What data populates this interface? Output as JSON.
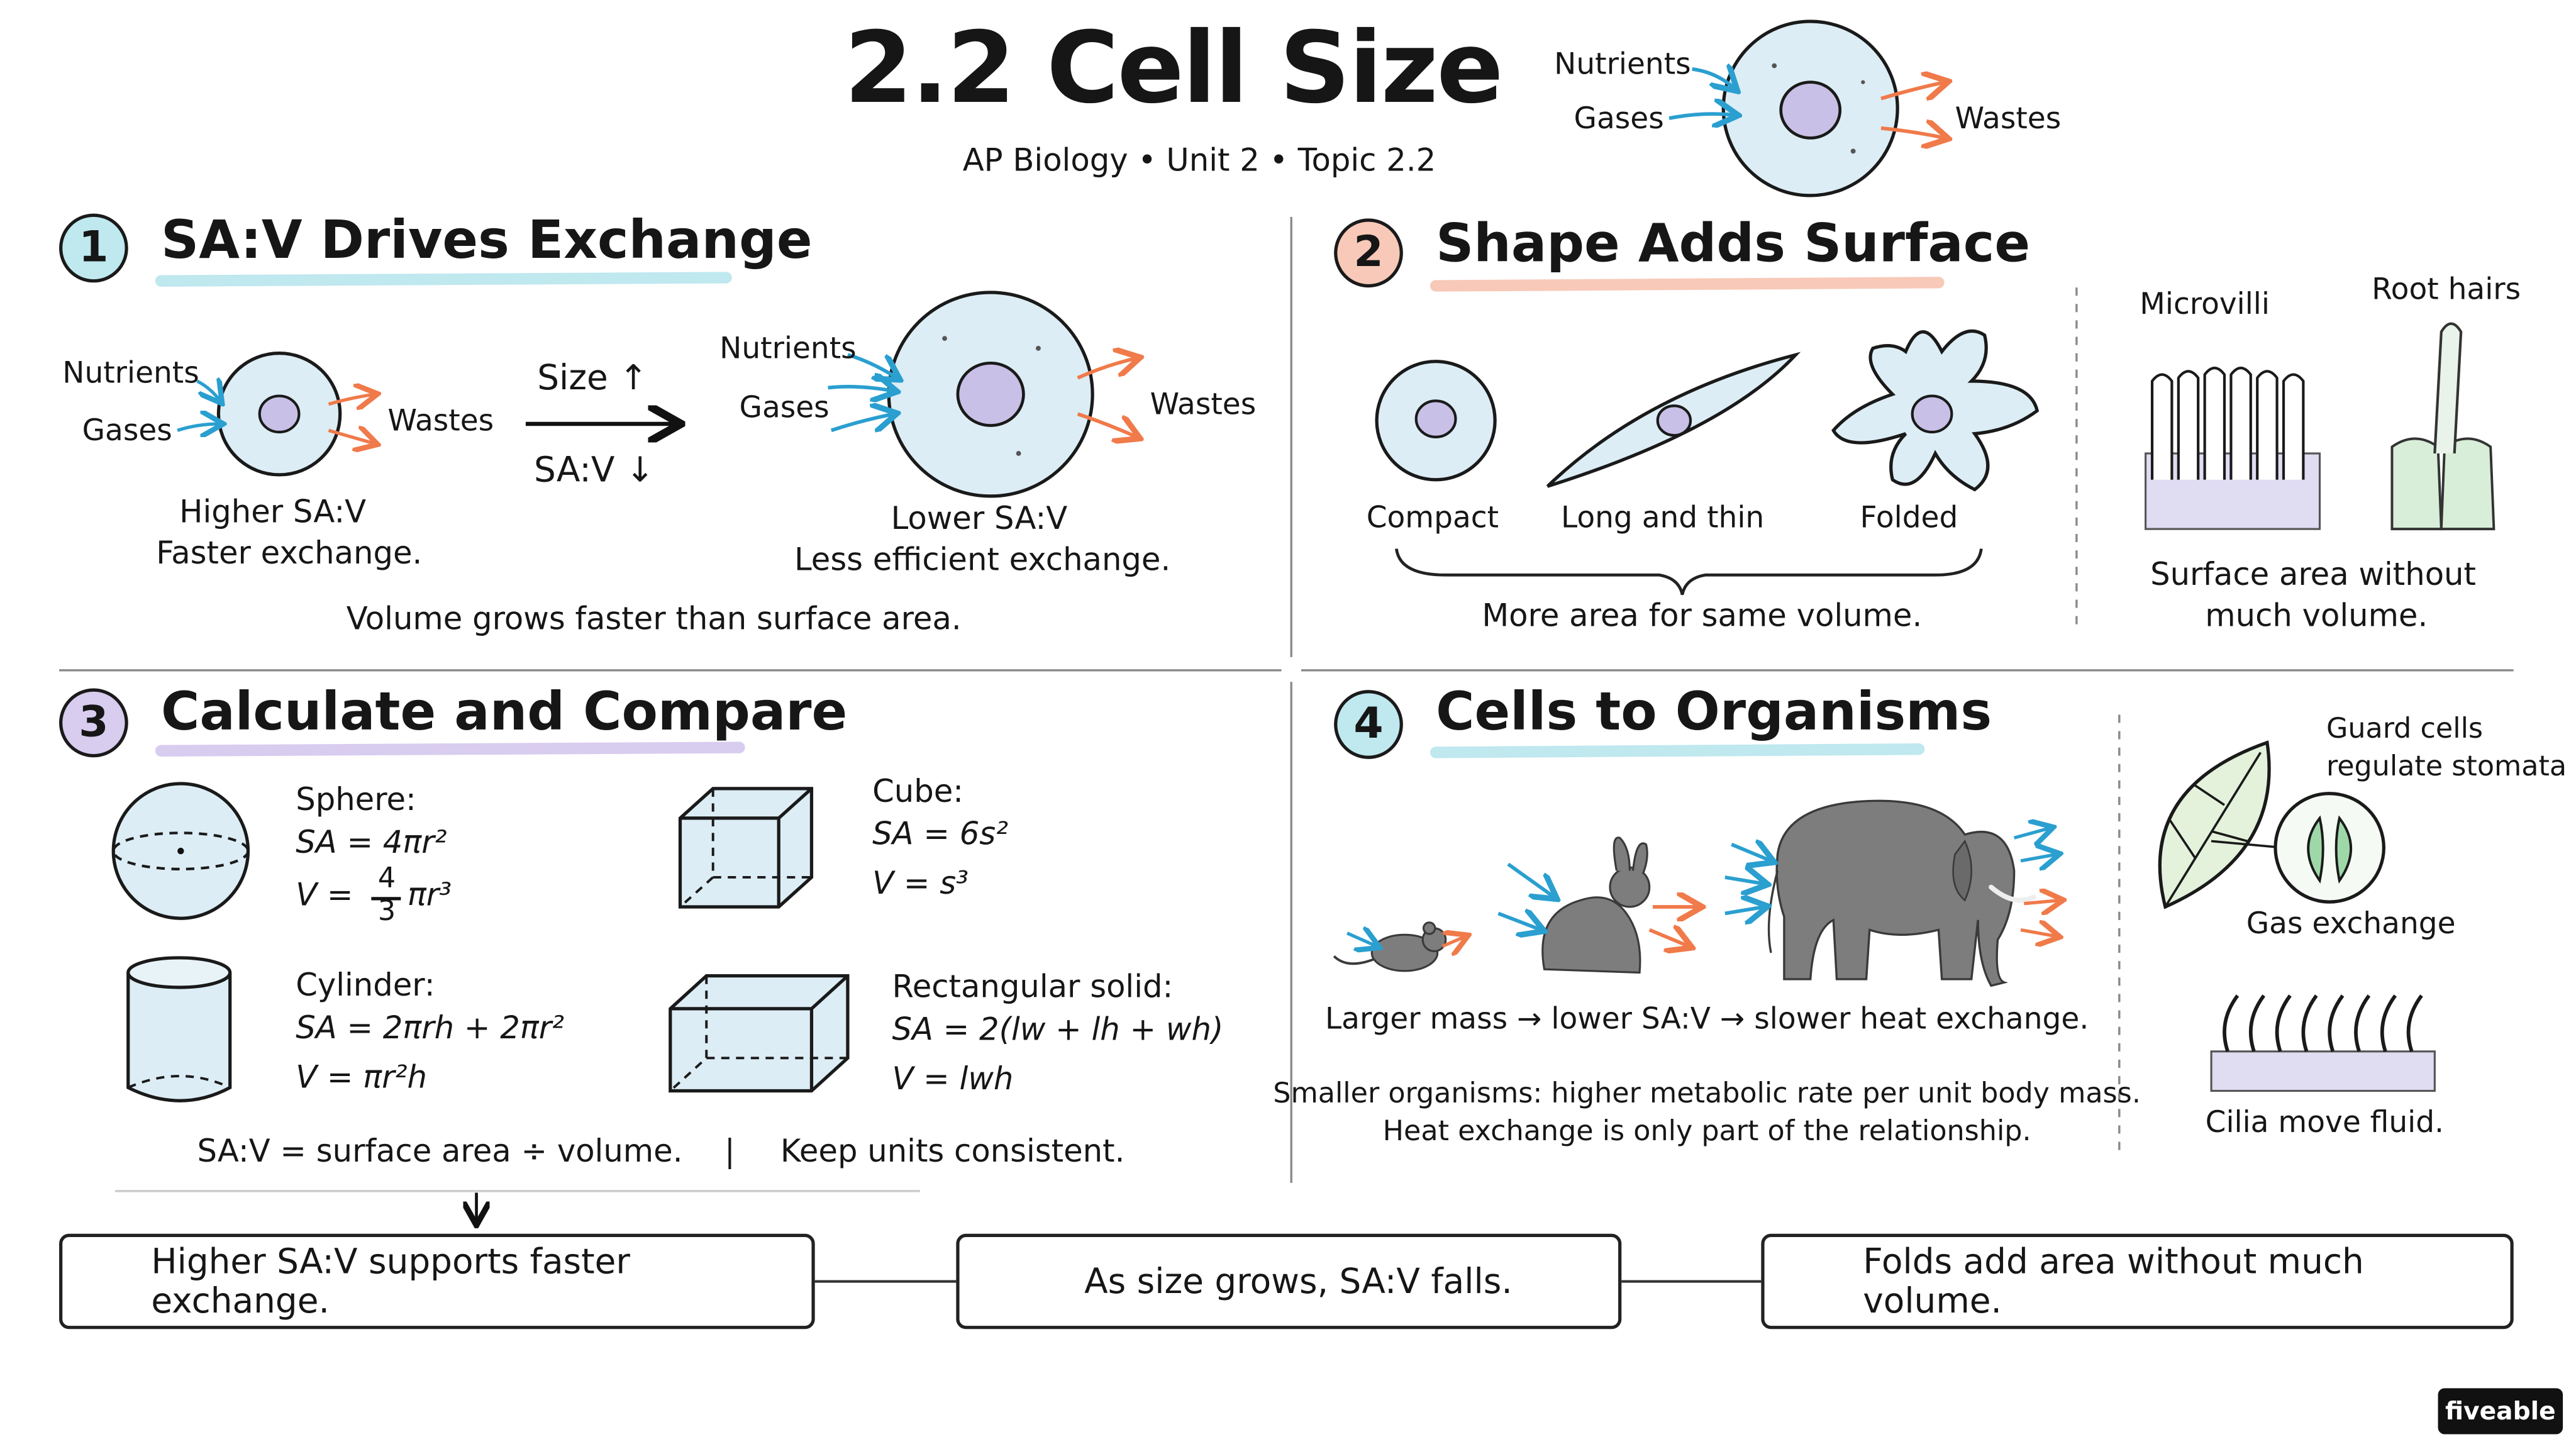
{
  "header": {
    "title": "2.2 Cell Size",
    "subtitle": "AP Biology • Unit 2 • Topic 2.2",
    "cell_in": [
      "Nutrients",
      "Gases"
    ],
    "cell_out": "Wastes"
  },
  "section1": {
    "number": "1",
    "heading": "SA:V Drives Exchange",
    "small_cell": {
      "in_top": "Nutrients",
      "in_bottom": "Gases",
      "out": "Wastes",
      "caption_line1": "Higher SA:V",
      "caption_line2": "Faster exchange."
    },
    "trend_top": "Size ↑",
    "trend_bottom": "SA:V ↓",
    "large_cell": {
      "in_top": "Nutrients",
      "in_bottom": "Gases",
      "out": "Wastes",
      "caption_line1": "Lower SA:V",
      "caption_line2": "Less efficient exchange."
    },
    "footer": "Volume grows faster than surface area."
  },
  "section2": {
    "number": "2",
    "heading": "Shape Adds Surface",
    "shapes": [
      "Compact",
      "Long and thin",
      "Folded"
    ],
    "shapes_note": "More area for same volume.",
    "examples": [
      "Microvilli",
      "Root hairs"
    ],
    "examples_note_line1": "Surface area without",
    "examples_note_line2": "much volume."
  },
  "section3": {
    "number": "3",
    "heading": "Calculate and Compare",
    "sphere": {
      "name": "Sphere:",
      "sa": "SA = 4πr²",
      "v_prefix": "V =",
      "frac_num": "4",
      "frac_den": "3",
      "v_suffix": "πr³"
    },
    "cube": {
      "name": "Cube:",
      "sa": "SA = 6s²",
      "v": "V = s³"
    },
    "cylinder": {
      "name": "Cylinder:",
      "sa": "SA = 2πrh + 2πr²",
      "v": "V = πr²h"
    },
    "rect": {
      "name": "Rectangular solid:",
      "sa": "SA = 2(lw + lh + wh)",
      "v": "V = lwh"
    },
    "footer_left": "SA:V = surface area ÷ volume.",
    "footer_sep": "|",
    "footer_right": "Keep units consistent."
  },
  "section4": {
    "number": "4",
    "heading": "Cells to Organisms",
    "mass_note": "Larger mass → lower SA:V → slower heat exchange.",
    "metabolic_line1": "Smaller organisms: higher metabolic rate per unit body mass.",
    "metabolic_line2": "Heat exchange is only part of the relationship.",
    "guard_line1": "Guard cells",
    "guard_line2": "regulate stomata",
    "gas_exchange": "Gas exchange",
    "cilia": "Cilia move fluid."
  },
  "summary": [
    "Higher SA:V supports faster exchange.",
    "As size grows, SA:V falls.",
    "Folds add area without much volume."
  ],
  "logo": "fiveable",
  "colors": {
    "cell_fill": "#dcedf5",
    "nucleus": "#c8c0e6",
    "in_arrow": "#2a9fd0",
    "out_arrow": "#f07a4a",
    "teal": "#bfe8ef",
    "salmon": "#f8c9b8",
    "lavender": "#d8ccef",
    "animal": "#7d7d7d"
  }
}
